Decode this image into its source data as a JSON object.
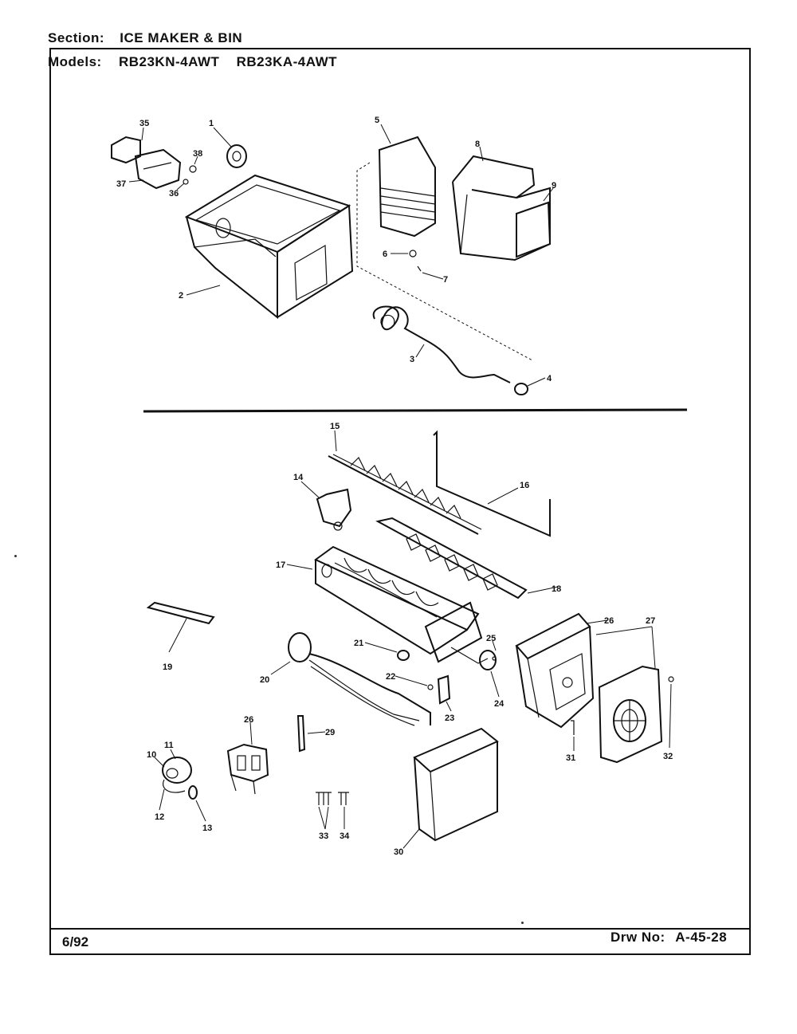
{
  "header": {
    "section_label": "Section:",
    "section_value": "ICE MAKER & BIN",
    "models_label": "Models:",
    "models": [
      "RB23KN-4AWT",
      "RB23KA-4AWT"
    ]
  },
  "footer": {
    "date": "6/92",
    "drawing_label": "Drw No:",
    "drawing_number": "A-45-28"
  },
  "callouts": {
    "c1": "1",
    "c2": "2",
    "c3": "3",
    "c4": "4",
    "c5": "5",
    "c6": "6",
    "c7": "7",
    "c8": "8",
    "c9": "9",
    "c10": "10",
    "c11": "11",
    "c12": "12",
    "c13": "13",
    "c14": "14",
    "c15": "15",
    "c16": "16",
    "c17": "17",
    "c18": "18",
    "c19": "19",
    "c20": "20",
    "c21": "21",
    "c22": "22",
    "c23": "23",
    "c24": "24",
    "c25": "25",
    "c26a": "26",
    "c26b": "26",
    "c27": "27",
    "c29": "29",
    "c30": "30",
    "c31": "31",
    "c32": "32",
    "c33": "33",
    "c34": "34",
    "c35": "35",
    "c36": "36",
    "c37": "37",
    "c38": "38"
  }
}
